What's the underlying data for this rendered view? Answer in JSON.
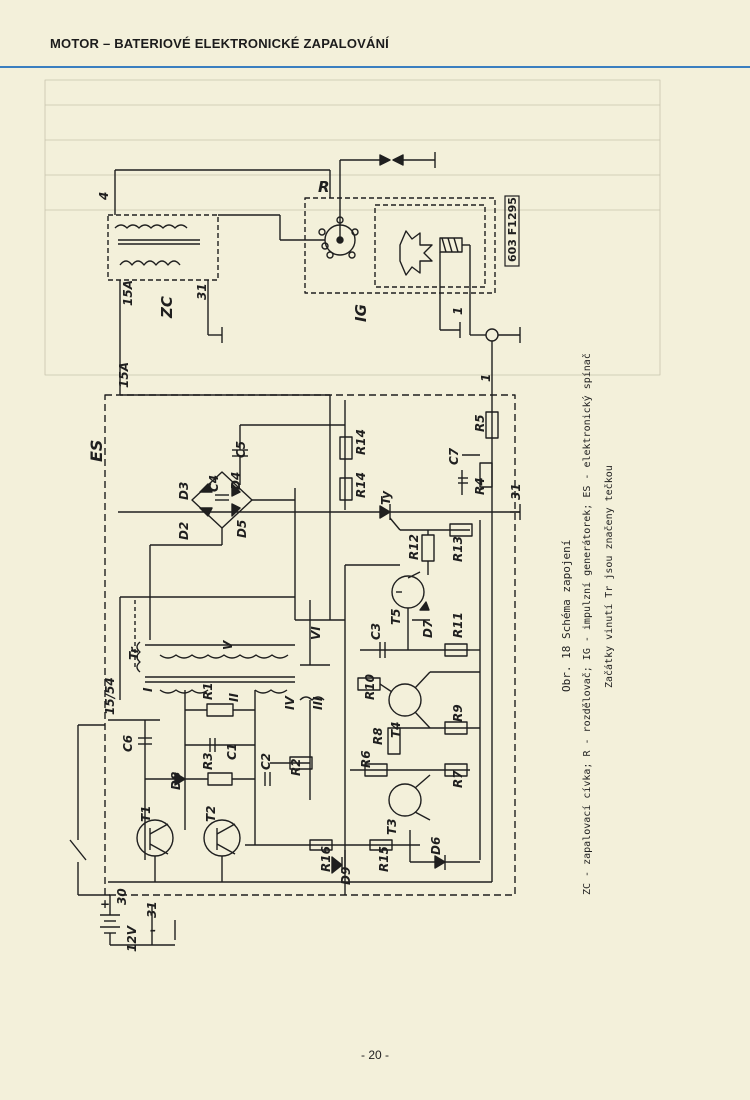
{
  "header": {
    "title": "MOTOR – BATERIOVÉ ELEKTRONICKÉ ZAPALOVÁNÍ"
  },
  "figure": {
    "caption": "Obr. 18  Schéma zapojení",
    "legend": "ZC - zapalovací cívka; R - rozdělovač; IG - impulzní generátorek; ES - elektronický spínač",
    "note": "Začátky vinutí Tr jsou značeny tečkou",
    "stamp": "603 F1295"
  },
  "labels": {
    "r": "R",
    "ig": "IG",
    "zc": "ZC",
    "es": "ES",
    "n15a_top": "15A",
    "n15a_mid": "15A",
    "n31_zc": "31",
    "n4": "4",
    "n1_ig": "1",
    "n1_line": "1",
    "n31_es": "31",
    "n15_54": "15/54",
    "n30": "30",
    "n31_bat": "31",
    "v12": "12V",
    "plus": "+",
    "minus": "–",
    "c1": "C1",
    "c2": "C2",
    "c3": "C3",
    "c4": "C4",
    "c5": "C5",
    "c6": "C6",
    "c7": "C7",
    "d2": "D2",
    "d3": "D3",
    "d4": "D4",
    "d5": "D5",
    "d6": "D6",
    "d7": "D7",
    "d8": "D8",
    "d9": "D9",
    "r1": "R1",
    "r2": "R2",
    "r3": "R3",
    "r4": "R4",
    "r5": "R5",
    "r6": "R6",
    "r7": "R7",
    "r8": "R8",
    "r9": "R9",
    "r10": "R10",
    "r11": "R11",
    "r12": "R12",
    "r13": "R13",
    "r14a": "R14",
    "r14b": "R14",
    "r15": "R15",
    "r16": "R16",
    "t1": "T1",
    "t2": "T2",
    "t3": "T3",
    "t4": "T4",
    "t5": "T5",
    "ty": "Ty",
    "tr": "Tr",
    "w1": "I",
    "w2": "II",
    "w3": "III",
    "w4": "IV",
    "w5": "V",
    "w6": "VI"
  },
  "page": {
    "number": "- 20 -"
  }
}
